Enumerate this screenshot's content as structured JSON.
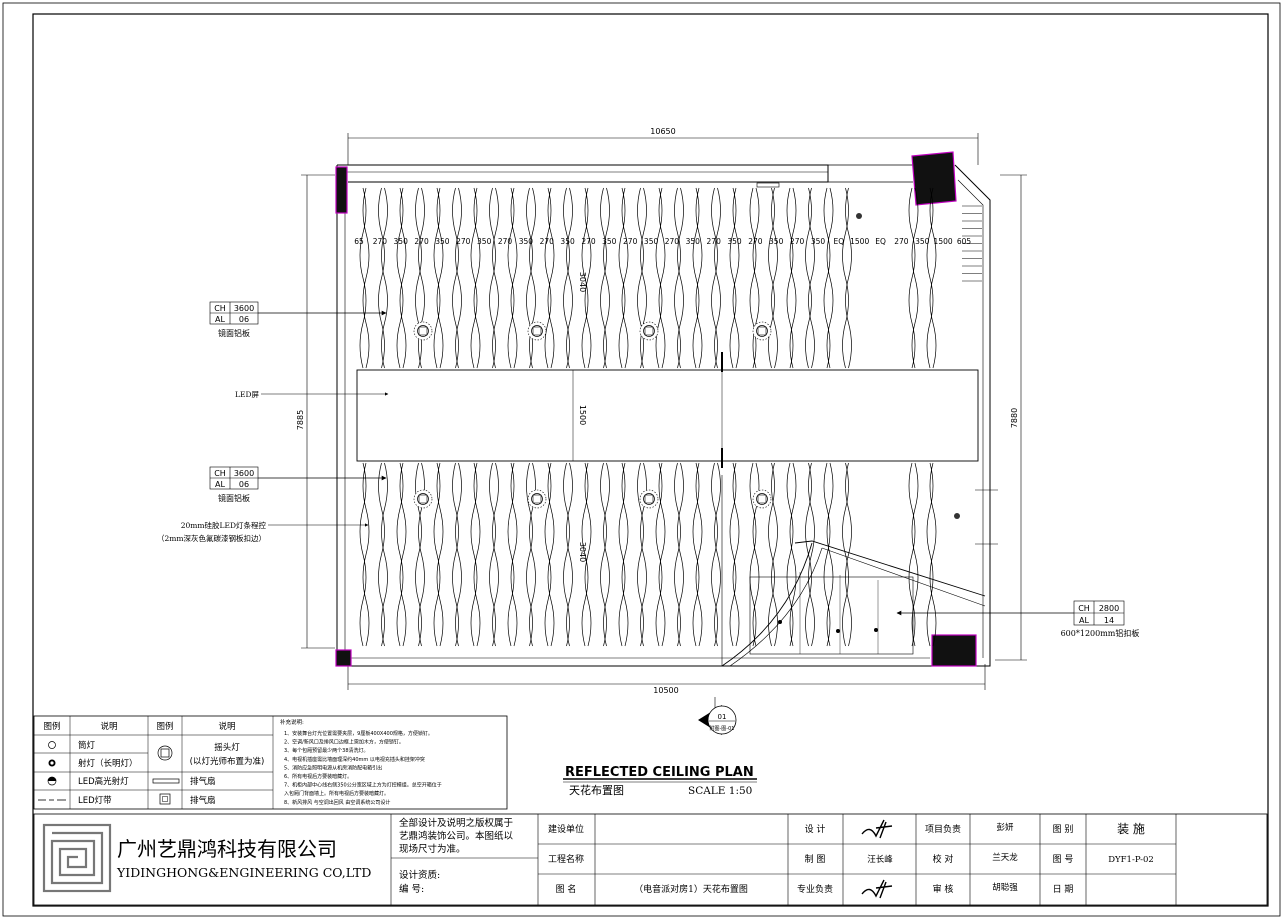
{
  "plan": {
    "top_width_dim": "10650",
    "bottom_width_dim": "10500",
    "left_height_dim": "7885",
    "right_height_dim": "7880",
    "upper_depth_dim": "3040",
    "lower_depth_dim": "3040",
    "center_depth_dim": "1500",
    "spacing_values": [
      "65",
      "270",
      "350",
      "270",
      "350",
      "270",
      "350",
      "270",
      "350",
      "270",
      "350",
      "270",
      "350",
      "270",
      "350",
      "270",
      "350",
      "270",
      "350",
      "270",
      "350",
      "270",
      "350",
      "EQ",
      "1500",
      "EQ",
      "270",
      "350",
      "1500",
      "605"
    ],
    "section_marker": {
      "number": "01",
      "ref": "附图-图-01"
    }
  },
  "callouts": {
    "ch1": {
      "ch_label": "CH",
      "ch_value": "3600",
      "al_label": "AL",
      "al_value": "06",
      "material": "镜面铝板"
    },
    "led_screen": "LED屏",
    "ch2": {
      "ch_label": "CH",
      "ch_value": "3600",
      "al_label": "AL",
      "al_value": "06",
      "material": "镜面铝板"
    },
    "led_strip_line1": "20mm硅胶LED灯条程控",
    "led_strip_line2": "（2mm深灰色氟碳漆钢板扣边）",
    "ch3": {
      "ch_label": "CH",
      "ch_value": "2800",
      "al_label": "AL",
      "al_value": "14",
      "material": "600*1200mm铝扣板"
    }
  },
  "legend": {
    "headers": [
      "图例",
      "说明",
      "图例",
      "说明"
    ],
    "rows": [
      {
        "icon": "downlight-icon",
        "label": "筒灯"
      },
      {
        "icon": "spotlight-icon",
        "label": "射灯（长明灯）"
      },
      {
        "icon": "led-spotlight-icon",
        "label": "LED高光射灯"
      },
      {
        "icon": "led-strip-icon",
        "label": "LED灯带"
      }
    ],
    "right_items": [
      {
        "icon": "moving-head-icon",
        "label": "摇头灯",
        "label2": "(以灯光师布置为准)"
      },
      {
        "icon": "exhaust-fan-linear-icon",
        "label": "排气扇"
      },
      {
        "icon": "exhaust-fan-square-icon",
        "label": "排气扇"
      }
    ],
    "notes_title": "补充说明:",
    "notes": [
      "1、安装舞台灯光位置需要夹层，9厘板400X400规格，方便锁钉。",
      "2、空调/新风口及排风口边框上需加木方，方便锁钉。",
      "3、每个包厢预留最少两个38清洗灯。",
      "4、电视机插座需比墙面理深约40mm 以电视充插头和挂架冲突",
      "5、消防应急照明电源从机房消防配电箱引出",
      "6、所有电视后方要装暗藏灯。",
      "7、机柜内部中心线右侧350公分宽区域上方为灯控模组。总空开箱位于",
      "   入包厢门背面墙上。所有电视后方要装暗藏灯。",
      "8、新风排风 与空调出回风 由空调系统公司设计"
    ]
  },
  "drawing_title": {
    "en": "REFLECTED CEILING PLAN",
    "cn": "天花布置图",
    "scale": "SCALE 1:50"
  },
  "title_block": {
    "company_cn": "广州艺鼎鸿科技有限公司",
    "company_en": "YIDINGHONG&ENGINEERING CO,LTD",
    "copyright": [
      "全部设计及说明之版权属于",
      "艺鼎鸿装饰公司。本图纸以",
      "现场尺寸为准。"
    ],
    "qualification_label": "设计资质:",
    "number_label": "编    号:",
    "builder_label": "建设单位",
    "project_label": "工程名称",
    "drawing_name_label": "图    名",
    "drawing_name": "（电音派对房1）天花布置图",
    "design_label": "设    计",
    "drafting_label": "制    图",
    "drafter": "汪长峰",
    "specialty_label": "专业负责",
    "project_lead_label": "项目负责",
    "project_lead": "彭妍",
    "check_label": "校    对",
    "checker": "兰天龙",
    "review_label": "审    核",
    "reviewer": "胡聪强",
    "category_label": "图    别",
    "category": "装  施",
    "number_label2": "图    号",
    "drawing_number": "DYF1-P-02",
    "date_label": "日    期",
    "date": ""
  },
  "colors": {
    "ink": "#000000",
    "accent": "#c000c0",
    "fill": "#111111"
  }
}
